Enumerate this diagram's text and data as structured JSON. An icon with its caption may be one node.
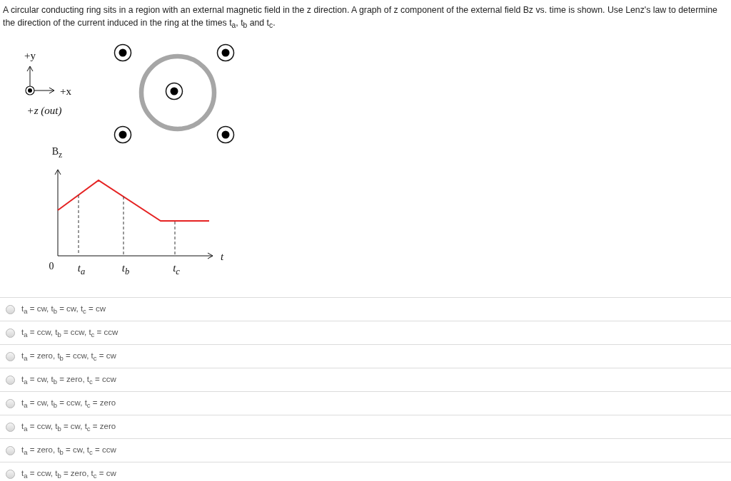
{
  "diagram": {
    "title": "A circular conducting ring sits in a region with an external magnetic field in the z direction.  A graph of z component of the external field Bz vs. time is shown.  Use Lenz's law to determine the direction of the current induced in the ring at the times t$_{a}$, t$_{b}$ and t$_{c}$.",
    "labels": [
      "+y",
      "+x",
      "+z (out)",
      "B$_{z}$",
      "0",
      "t",
      "t$_{a}$",
      "t$_{b}$",
      "t$_{c}$",
      "t$_{a}$ = cw, t$_{b}$ = cw, t$_{c}$ = cw",
      "t$_{a}$ = ccw, t$_{b}$ = ccw, t$_{c}$ = ccw",
      "t$_{a}$ = zero, t$_{b}$ = ccw, t$_{c}$ = cw",
      "t$_{a}$ = cw, t$_{b}$ = zero, t$_{c}$ = ccw",
      "t$_{a}$ = cw, t$_{b}$ = ccw, t$_{c}$ = zero",
      "t$_{a}$ = ccw, t$_{b}$ = cw, t$_{c}$ = zero",
      "t$_{a}$ = zero, t$_{b}$ = cw, t$_{c}$ = ccw",
      "t$_{a}$ = ccw, t$_{b}$ = zero, t$_{c}$ = cw"
    ]
  }
}
